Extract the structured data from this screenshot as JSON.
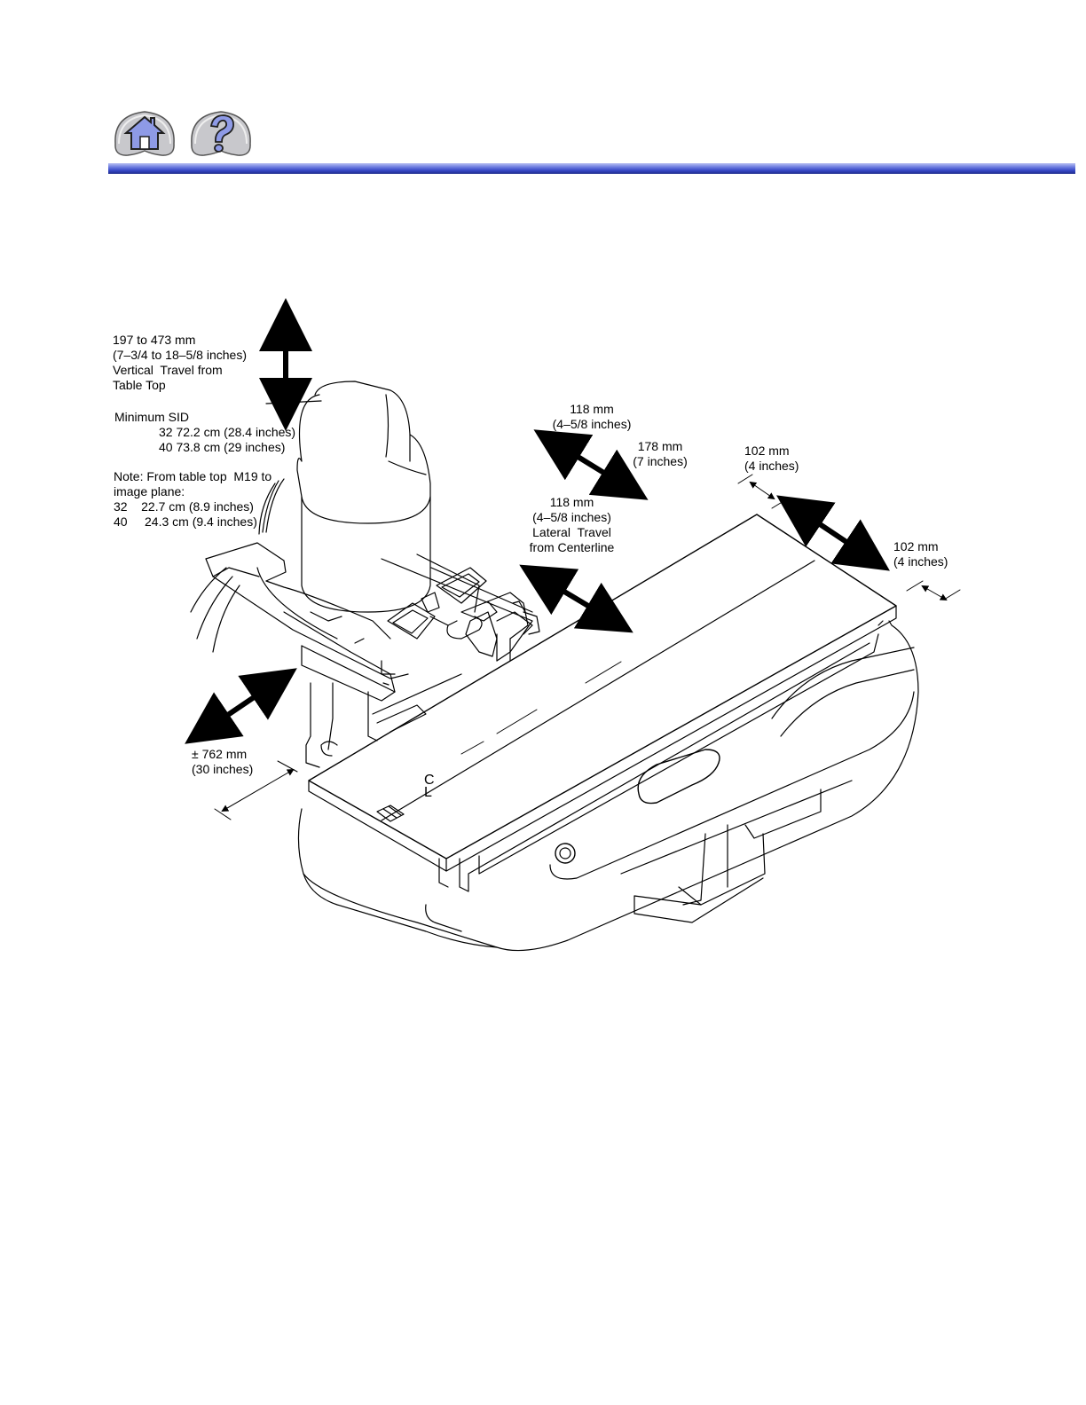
{
  "nav": {
    "home_icon": "home-icon",
    "help_icon": "question-icon"
  },
  "colors": {
    "header_bar": "#3446c4",
    "button_fill": "#c8c8cc",
    "icon_fill": "#8e9ae6"
  },
  "labels": {
    "vertical_travel": "197 to 473 mm\n(7–3/4 to 18–5/8 inches)\nVertical  Travel from\nTable Top",
    "min_sid_title": "Minimum SID",
    "min_sid_32": "32 72.2 cm (28.4 inches)",
    "min_sid_40": "40 73.8 cm (29 inches)",
    "note": "Note: From table top  M19 to\nimage plane:\n32    22.7 cm (8.9 inches)\n40     24.3 cm (9.4 inches)",
    "top_118": "118 mm\n(4–5/8 inches)",
    "top_178": "178 mm\n(7 inches)",
    "top_102": "102 mm\n(4 inches)",
    "lateral_travel": "118 mm\n(4–5/8 inches)\nLateral  Travel\nfrom Centerline",
    "right_102": "102 mm\n(4 inches)",
    "longitudinal": "± 762 mm\n(30 inches)",
    "centerline_symbol": "CL"
  }
}
